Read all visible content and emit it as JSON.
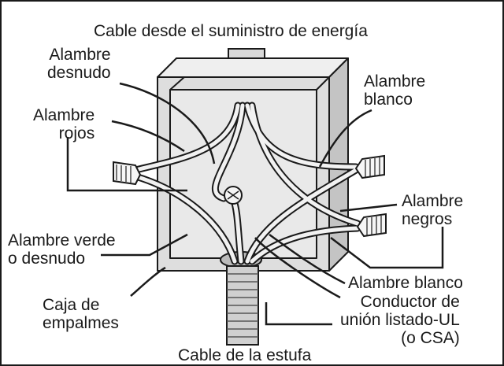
{
  "diagram": {
    "title_top": "Cable desde el suministro de energía",
    "title_bottom": "Cable de la estufa",
    "labels": {
      "alambre_desnudo": [
        "Alambre",
        "desnudo"
      ],
      "alambre_rojos": [
        "Alambre",
        "rojos"
      ],
      "alambre_blanco_top": [
        "Alambre",
        "blanco"
      ],
      "alambre_negros": [
        "Alambre",
        "negros"
      ],
      "alambre_verde": [
        "Alambre verde",
        "o desnudo"
      ],
      "caja": [
        "Caja de",
        "empalmes"
      ],
      "alambre_blanco_bottom": "Alambre blanco",
      "conductor": [
        "Conductor de",
        "unión listado-UL",
        "(o CSA)"
      ]
    }
  },
  "colors": {
    "line": "#1a1a1a",
    "box_fill": "#dcdcdc",
    "box_side": "#bdbdbd",
    "wire": "#f2f2f2"
  }
}
